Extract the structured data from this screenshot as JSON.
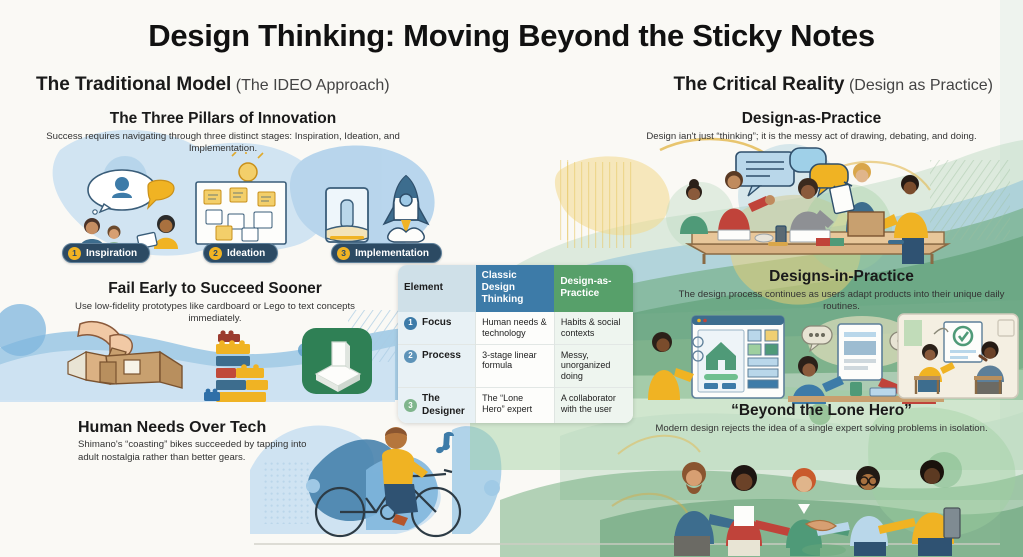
{
  "title": "Design Thinking: Moving Beyond the Sticky Notes",
  "columns": {
    "left": {
      "strong": "The Traditional Model",
      "sub": "(The IDEO Approach)"
    },
    "right": {
      "strong": "The Critical Reality",
      "sub": "(Design as Practice)"
    }
  },
  "left_sections": [
    {
      "id": "pillars",
      "heading": "The Three Pillars of Innovation",
      "body": "Success requires navigating through three distinct stages: Inspiration, Ideation, and Implementation."
    },
    {
      "id": "fail-early",
      "heading": "Fail Early to Succeed Sooner",
      "body": "Use low-fidelity prototypes like cardboard or Lego to text concepts immediately."
    },
    {
      "id": "human-needs",
      "heading": "Human Needs Over Tech",
      "body": "Shimano's “coasting” bikes succeeded by tapping into adult nostalgia rather than better gears."
    }
  ],
  "stages": [
    {
      "num": "1",
      "label": "Inspiration"
    },
    {
      "num": "2",
      "label": "Ideation"
    },
    {
      "num": "3",
      "label": "Implementation"
    }
  ],
  "right_sections": [
    {
      "id": "design-as-practice",
      "heading": "Design-as-Practice",
      "body": "Design ian't just “thinking”; it is the messy act of drawing, debating, and doing."
    },
    {
      "id": "designs-in-practice",
      "heading": "Designs-in-Practice",
      "body": "The design process continues as users adapt products into their unique daily routines."
    },
    {
      "id": "beyond-lone-hero",
      "heading": "“Beyond the Lone Hero”",
      "body": "Modern design rejects the idea of a single expert solving problems in isolation."
    }
  ],
  "comparison_table": {
    "headers": [
      "Element",
      "Classic Design Thinking",
      "Design-as-Practice"
    ],
    "rows": [
      {
        "num": "1",
        "element": "Focus",
        "classic": "Human needs & technology",
        "practice": "Habits & social contexts"
      },
      {
        "num": "2",
        "element": "Process",
        "classic": "3-stage linear formula",
        "practice": "Messy, unorganized doing"
      },
      {
        "num": "3",
        "element": "The Designer",
        "classic": "The “Lone Hero” expert",
        "practice": "A collaborator with the user"
      }
    ]
  },
  "colors": {
    "background": "#faf9f5",
    "navy": "#2c4a63",
    "gold": "#f0b323",
    "steel_blue": "#3d7ba8",
    "green": "#57a06a",
    "light_blue": "#cfe0e8"
  },
  "illustrations": {
    "left": [
      "team-conversation-illustration",
      "sticky-notes-board-illustration",
      "prototype-rocket-illustration",
      "cardboard-prototype-illustration",
      "lego-bricks-illustration",
      "3d-print-icon-illustration",
      "cyclist-illustration"
    ],
    "right": [
      "workshop-table-illustration",
      "app-screen-illustration",
      "couple-tablet-illustration",
      "consultation-illustration",
      "handshake-group-illustration"
    ]
  }
}
